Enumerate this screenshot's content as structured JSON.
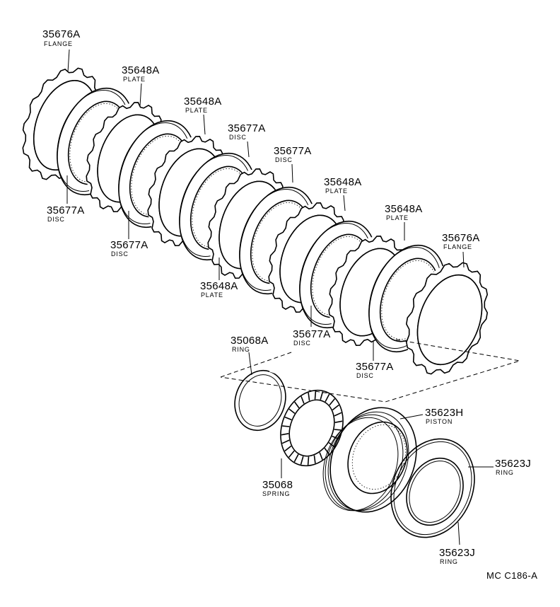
{
  "parts": {
    "flange_top": {
      "number": "35676A",
      "name": "FLANGE"
    },
    "plate_1": {
      "number": "35648A",
      "name": "PLATE"
    },
    "plate_2": {
      "number": "35648A",
      "name": "PLATE"
    },
    "disc_top_1": {
      "number": "35677A",
      "name": "DISC"
    },
    "disc_top_2": {
      "number": "35677A",
      "name": "DISC"
    },
    "plate_3": {
      "number": "35648A",
      "name": "PLATE"
    },
    "plate_4": {
      "number": "35648A",
      "name": "PLATE"
    },
    "flange_bottom": {
      "number": "35676A",
      "name": "FLANGE"
    },
    "disc_left_1": {
      "number": "35677A",
      "name": "DISC"
    },
    "disc_left_2": {
      "number": "35677A",
      "name": "DISC"
    },
    "plate_bottom": {
      "number": "35648A",
      "name": "PLATE"
    },
    "disc_bottom_1": {
      "number": "35677A",
      "name": "DISC"
    },
    "disc_bottom_2": {
      "number": "35677A",
      "name": "DISC"
    },
    "snap_ring": {
      "number": "35068A",
      "name": "RING"
    },
    "spring": {
      "number": "35068",
      "name": "SPRING"
    },
    "piston": {
      "number": "35623H",
      "name": "PISTON"
    },
    "ring_outer": {
      "number": "35623J",
      "name": "RING"
    },
    "ring_inner": {
      "number": "35623J",
      "name": "RING"
    }
  },
  "figure_code": "MC C186-A"
}
